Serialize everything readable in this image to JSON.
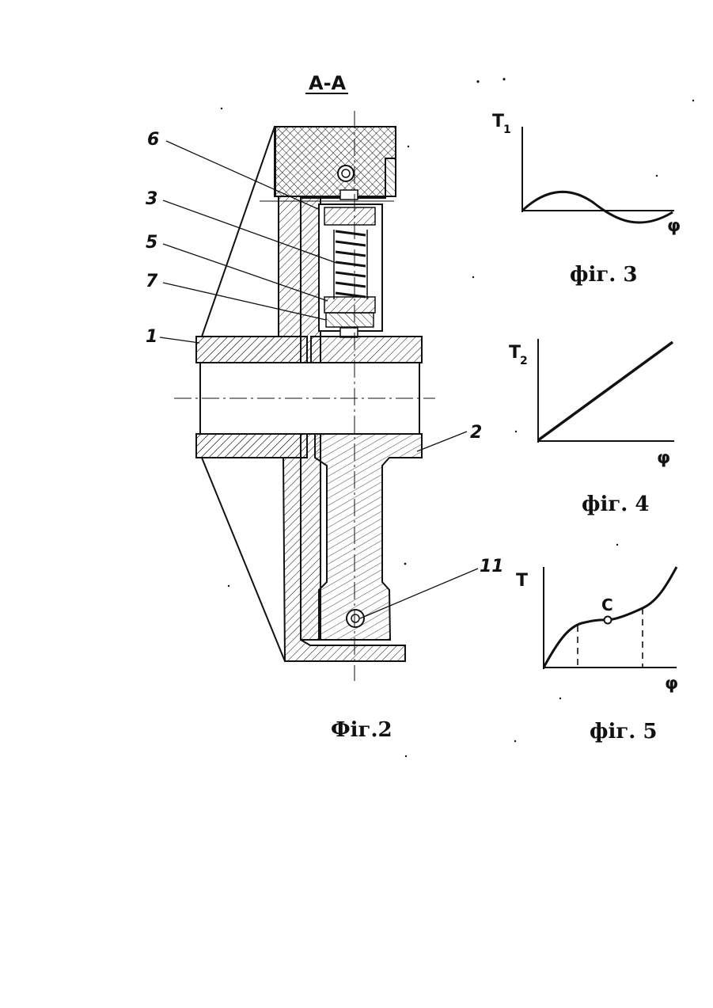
{
  "section_label": "A-A",
  "fig2": {
    "caption": "Фіг.2",
    "callouts": [
      "6",
      "3",
      "5",
      "7",
      "1",
      "2",
      "11"
    ]
  },
  "fig3": {
    "caption": "фіг. 3",
    "y_label": "T",
    "y_sub": "1",
    "x_label": "φ"
  },
  "fig4": {
    "caption": "фіг. 4",
    "y_label": "T",
    "y_sub": "2",
    "x_label": "φ"
  },
  "fig5": {
    "caption": "фіг. 5",
    "y_label": "T",
    "x_label": "φ",
    "point_label": "C"
  },
  "colors": {
    "ink": "#111111",
    "paper": "#ffffff"
  }
}
